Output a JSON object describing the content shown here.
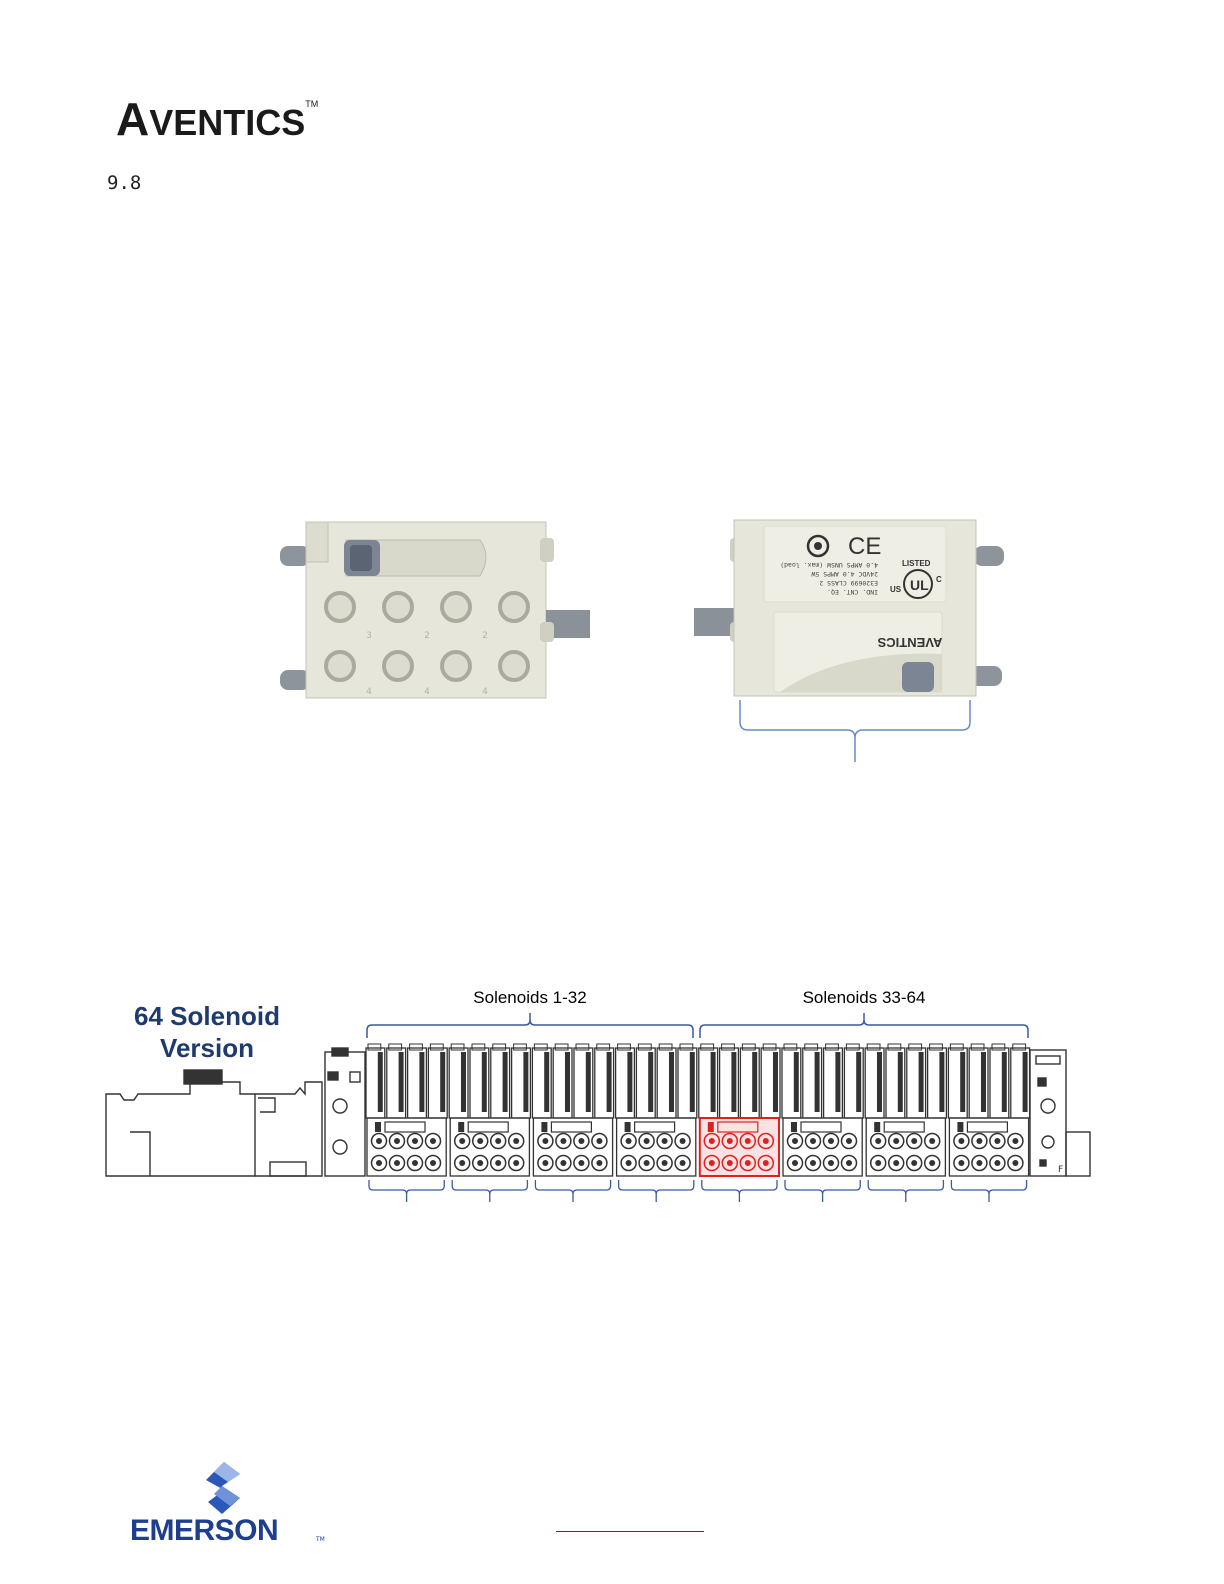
{
  "header": {
    "logo_text_first": "A",
    "logo_text_rest": "VENTICS",
    "logo_tm": "TM"
  },
  "section": {
    "number": "9.8"
  },
  "module_images": {
    "left_port_labels": [
      "3",
      "2",
      "2",
      "4",
      "4",
      "4"
    ],
    "right_label": {
      "ce_mark": "CE",
      "ul_listed": "LISTED",
      "ul_c": "C",
      "ul_us": "US",
      "lines": [
        "IND. CNT. EQ.",
        "E320699  CLASS 2",
        "24VDC  4.0  AMPS  5W",
        "4.0  AMPS  UNSW  (max. load)"
      ],
      "brand": "AVENTICS"
    }
  },
  "solenoid_diagram": {
    "title_line1": "64 Solenoid",
    "title_line2": "Version",
    "group1_label": "Solenoids 1-32",
    "group2_label": "Solenoids 33-64",
    "highlight_color": "#e02020",
    "highlighted_module_index": 4,
    "end_plate_letter": "F"
  },
  "footer": {
    "logo_text": "EMERSON",
    "logo_tm": "TM"
  }
}
